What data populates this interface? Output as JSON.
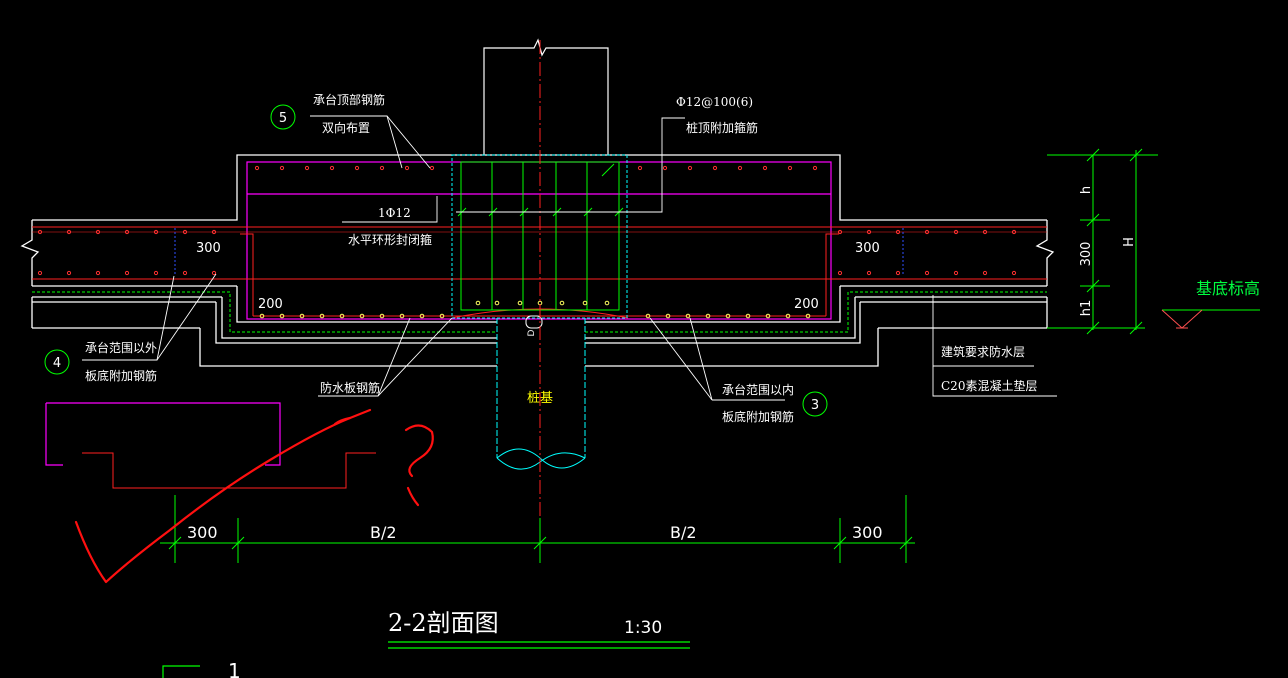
{
  "drawing": {
    "title": "2-2剖面图",
    "scale": "1:30",
    "partial_number": "1"
  },
  "labels": {
    "top_rebar_line1": "承台顶部钢筋",
    "top_rebar_line2": "双向布置",
    "stirrup_line1": "Φ12@100(6)",
    "stirrup_line2": "桩顶附加箍筋",
    "ring_hoop_line1": "1Φ12",
    "ring_hoop_line2": "水平环形封闭箍",
    "outside_rebar_line1": "承台范围以外",
    "outside_rebar_line2": "板底附加钢筋",
    "waterproof_rebar": "防水板钢筋",
    "inside_rebar_line1": "承台范围以内",
    "inside_rebar_line2": "板底附加钢筋",
    "waterproof_layer": "建筑要求防水层",
    "cushion_layer": "C20素混凝土垫层",
    "base_elevation": "基底标高",
    "pile": "桩基",
    "pile_mark": "D",
    "dim_300_left_inner": "300",
    "dim_300_right_inner": "300",
    "dim_200_left": "200",
    "dim_200_right": "200",
    "dim_h": "h",
    "dim_300_vert": "300",
    "dim_h1": "h1",
    "dim_H": "H",
    "dim_300_left": "300",
    "dim_b2_left": "B/2",
    "dim_b2_right": "B/2",
    "dim_300_right": "300"
  },
  "callouts": {
    "c5": "5",
    "c4": "4",
    "c3": "3"
  },
  "colors": {
    "background": "#000000",
    "outline": "#ffffff",
    "rebar_red": "#ff2020",
    "magenta": "#ff00ff",
    "green": "#00ff00",
    "cyan": "#00ffff",
    "yellow": "#ffff00",
    "blue": "#3050ff",
    "annotation_red": "#ff1010"
  }
}
